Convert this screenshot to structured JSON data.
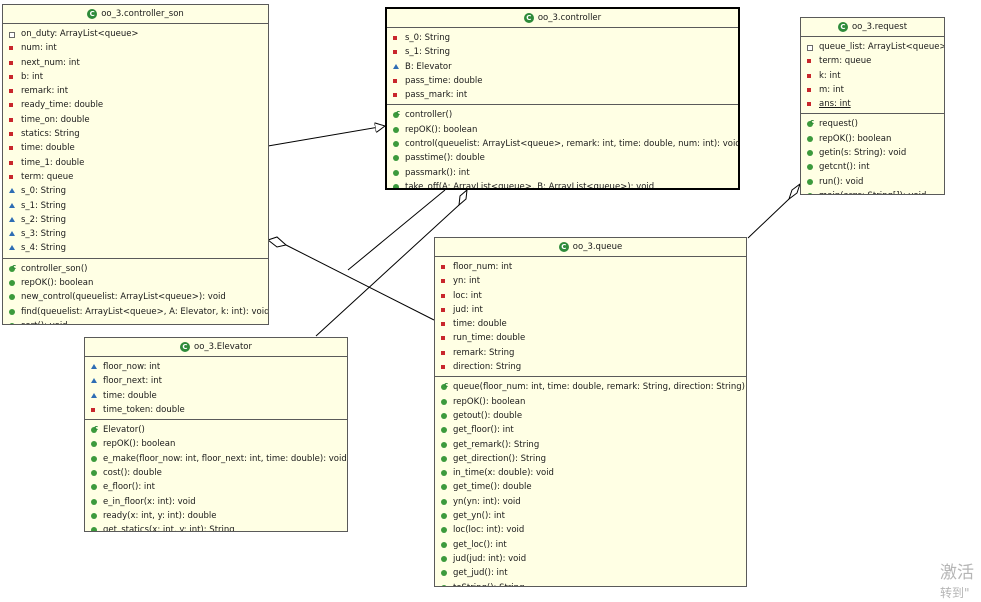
{
  "classes": {
    "controller_son": {
      "title": "oo_3.controller_son",
      "attributes": [
        {
          "icon": "field",
          "text": "on_duty: ArrayList<queue>"
        },
        {
          "icon": "priv",
          "text": "num: int"
        },
        {
          "icon": "priv",
          "text": "next_num: int"
        },
        {
          "icon": "priv",
          "text": "b: int"
        },
        {
          "icon": "priv",
          "text": "remark: int"
        },
        {
          "icon": "priv",
          "text": "ready_time: double"
        },
        {
          "icon": "priv",
          "text": "time_on: double"
        },
        {
          "icon": "priv",
          "text": "statics: String"
        },
        {
          "icon": "priv",
          "text": "time: double"
        },
        {
          "icon": "priv",
          "text": "time_1: double"
        },
        {
          "icon": "priv",
          "text": "term: queue"
        },
        {
          "icon": "pkg",
          "text": "s_0: String"
        },
        {
          "icon": "pkg",
          "text": "s_1: String"
        },
        {
          "icon": "pkg",
          "text": "s_2: String"
        },
        {
          "icon": "pkg",
          "text": "s_3: String"
        },
        {
          "icon": "pkg",
          "text": "s_4: String"
        }
      ],
      "methods": [
        {
          "icon": "ctor",
          "text": "controller_son()"
        },
        {
          "icon": "pub",
          "text": "repOK(): boolean"
        },
        {
          "icon": "pub",
          "text": "new_control(queuelist: ArrayList<queue>): void"
        },
        {
          "icon": "pub",
          "text": "find(queuelist: ArrayList<queue>, A: Elevator, k: int): void"
        },
        {
          "icon": "pub",
          "text": "sort(): void"
        }
      ]
    },
    "controller": {
      "title": "oo_3.controller",
      "attributes": [
        {
          "icon": "priv",
          "text": "s_0: String"
        },
        {
          "icon": "priv",
          "text": "s_1: String"
        },
        {
          "icon": "pkg",
          "text": "B: Elevator"
        },
        {
          "icon": "priv",
          "text": "pass_time: double"
        },
        {
          "icon": "priv",
          "text": "pass_mark: int"
        }
      ],
      "methods": [
        {
          "icon": "ctor",
          "text": "controller()"
        },
        {
          "icon": "pub",
          "text": "repOK(): boolean"
        },
        {
          "icon": "pub",
          "text": "control(queuelist: ArrayList<queue>, remark: int, time: double, num: int): void"
        },
        {
          "icon": "pub",
          "text": "passtime(): double"
        },
        {
          "icon": "pub",
          "text": "passmark(): int"
        },
        {
          "icon": "pub",
          "text": "take_off(A: ArrayList<queue>, B: ArrayList<queue>): void"
        }
      ]
    },
    "request": {
      "title": "oo_3.request",
      "attributes": [
        {
          "icon": "field",
          "text": "queue_list: ArrayList<queue>"
        },
        {
          "icon": "priv",
          "text": "term: queue"
        },
        {
          "icon": "priv",
          "text": "k: int"
        },
        {
          "icon": "priv",
          "text": "m: int"
        },
        {
          "icon": "priv",
          "text": "ans: int",
          "underline": true
        }
      ],
      "methods": [
        {
          "icon": "ctor",
          "text": "request()"
        },
        {
          "icon": "pub",
          "text": "repOK(): boolean"
        },
        {
          "icon": "pub",
          "text": "getin(s: String): void"
        },
        {
          "icon": "pub",
          "text": "getcnt(): int"
        },
        {
          "icon": "pub",
          "text": "run(): void"
        },
        {
          "icon": "pub",
          "text": "main(args: String[]): void",
          "underline": true
        }
      ]
    },
    "queue": {
      "title": "oo_3.queue",
      "attributes": [
        {
          "icon": "priv",
          "text": "floor_num: int"
        },
        {
          "icon": "priv",
          "text": "yn: int"
        },
        {
          "icon": "priv",
          "text": "loc: int"
        },
        {
          "icon": "priv",
          "text": "jud: int"
        },
        {
          "icon": "priv",
          "text": "time: double"
        },
        {
          "icon": "priv",
          "text": "run_time: double"
        },
        {
          "icon": "priv",
          "text": "remark: String"
        },
        {
          "icon": "priv",
          "text": "direction: String"
        }
      ],
      "methods": [
        {
          "icon": "ctor",
          "text": "queue(floor_num: int, time: double, remark: String, direction: String)"
        },
        {
          "icon": "pub",
          "text": "repOK(): boolean"
        },
        {
          "icon": "pub",
          "text": "getout(): double"
        },
        {
          "icon": "pub",
          "text": "get_floor(): int"
        },
        {
          "icon": "pub",
          "text": "get_remark(): String"
        },
        {
          "icon": "pub",
          "text": "get_direction(): String"
        },
        {
          "icon": "pub",
          "text": "in_time(x: double): void"
        },
        {
          "icon": "pub",
          "text": "get_time(): double"
        },
        {
          "icon": "pub",
          "text": "yn(yn: int): void"
        },
        {
          "icon": "pub",
          "text": "get_yn(): int"
        },
        {
          "icon": "pub",
          "text": "loc(loc: int): void"
        },
        {
          "icon": "pub",
          "text": "get_loc(): int"
        },
        {
          "icon": "pub",
          "text": "jud(jud: int): void"
        },
        {
          "icon": "pub",
          "text": "get_jud(): int"
        },
        {
          "icon": "pub",
          "text": "toString(): String"
        }
      ]
    },
    "elevator": {
      "title": "oo_3.Elevator",
      "attributes": [
        {
          "icon": "pkg",
          "text": "floor_now: int"
        },
        {
          "icon": "pkg",
          "text": "floor_next: int"
        },
        {
          "icon": "pkg",
          "text": "time: double"
        },
        {
          "icon": "priv",
          "text": "time_token: double"
        }
      ],
      "methods": [
        {
          "icon": "ctor",
          "text": "Elevator()"
        },
        {
          "icon": "pub",
          "text": "repOK(): boolean"
        },
        {
          "icon": "pub",
          "text": "e_make(floor_now: int, floor_next: int, time: double): void"
        },
        {
          "icon": "pub",
          "text": "cost(): double"
        },
        {
          "icon": "pub",
          "text": "e_floor(): int"
        },
        {
          "icon": "pub",
          "text": "e_in_floor(x: int): void"
        },
        {
          "icon": "pub",
          "text": "ready(x: int, y: int): double"
        },
        {
          "icon": "pub",
          "text": "get_statics(x: int, y: int): String"
        }
      ]
    }
  },
  "class_icon_glyph": "C",
  "watermark": {
    "line1": "激活",
    "line2": "转到\""
  }
}
